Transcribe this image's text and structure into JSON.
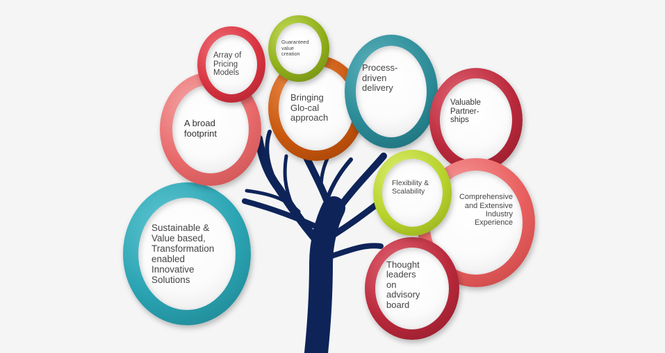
{
  "colors": {
    "background": "#f5f5f5",
    "trunk": "#0e2459",
    "pink": "#e8696a",
    "red": "#c02a38",
    "orange": "#c8570e",
    "olive": "#8fae1a",
    "teal": "#2a8a96",
    "lime": "#b7d22a",
    "cyan": "#2aa3b2",
    "coral": "#e95f5f"
  },
  "bubbles": [
    {
      "id": "sustainable",
      "text": "Sustainable &\nValue based,\nTransformation\nenabled\nInnovative\nSolutions",
      "color": "#2aa3b2"
    },
    {
      "id": "broad-footprint",
      "text": "A broad\nfootprint",
      "color": "#e8696a"
    },
    {
      "id": "pricing-models",
      "text": "Array of\nPricing\nModels",
      "color": "#d7323f"
    },
    {
      "id": "guaranteed-value",
      "text": "Guaranteed\nvalue\ncreation",
      "color": "#8fae1a"
    },
    {
      "id": "glocal",
      "text": "Bringing\nGlo-cal\napproach",
      "color": "#c8570e"
    },
    {
      "id": "process-driven",
      "text": "Process-\ndriven\ndelivery",
      "color": "#2a8a96"
    },
    {
      "id": "partnerships",
      "text": "Valuable\nPartner-\nships",
      "color": "#b8283a"
    },
    {
      "id": "industry-experience",
      "text": "Comprehensive\nand Extensive\nIndustry\nExperience",
      "color": "#e95f5f"
    },
    {
      "id": "flexibility",
      "text": "Flexibility &\nScalability",
      "color": "#b7d22a"
    },
    {
      "id": "thought-leaders",
      "text": "Thought\nleaders\non\nadvisory\nboard",
      "color": "#b8283a"
    }
  ]
}
